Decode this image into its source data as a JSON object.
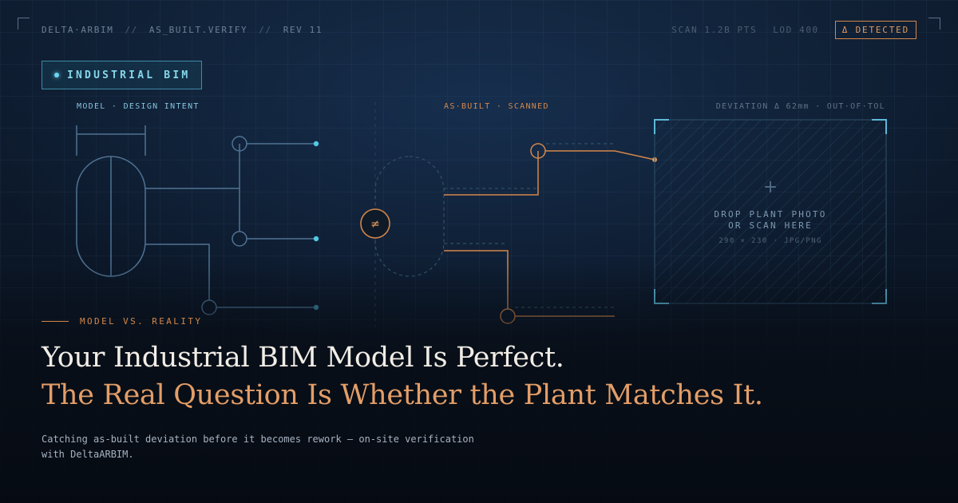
{
  "topbar": {
    "brand": "DELTA·ARBIM",
    "separator": "//",
    "path": "AS_BUILT.VERIFY",
    "revision": "REV 11",
    "scan_stat": "SCAN 1.2B PTS",
    "lod_stat": "LOD 400",
    "status_badge": "Δ DETECTED"
  },
  "chip": {
    "label": "INDUSTRIAL BIM"
  },
  "diagram": {
    "model_label": "MODEL · DESIGN INTENT",
    "asbuilt_label": "AS·BUILT · SCANNED",
    "deviation_label": "DEVIATION Δ 62mm · OUT·OF·TOL",
    "mismatch_symbol": "≠"
  },
  "dropzone": {
    "plus": "+",
    "line1": "DROP PLANT PHOTO",
    "line2": "OR SCAN HERE",
    "hint": "290 × 230 · JPG/PNG"
  },
  "eyebrow": "MODEL VS. REALITY",
  "headline": {
    "line1": "Your Industrial BIM Model Is Perfect.",
    "line2": "The Real Question Is Whether the Plant Matches It."
  },
  "subtitle": "Catching as-built deviation before it becomes rework — on-site verification with DeltaARBIM.",
  "colors": {
    "background": "#0a1320",
    "model_blue": "#4f7393",
    "node_cyan": "#52c9e6",
    "accent_orange": "#d3874a",
    "dropzone_cyan": "#5cb8d6",
    "headline_light": "#f1ede6",
    "headline_orange": "#e39e68"
  }
}
